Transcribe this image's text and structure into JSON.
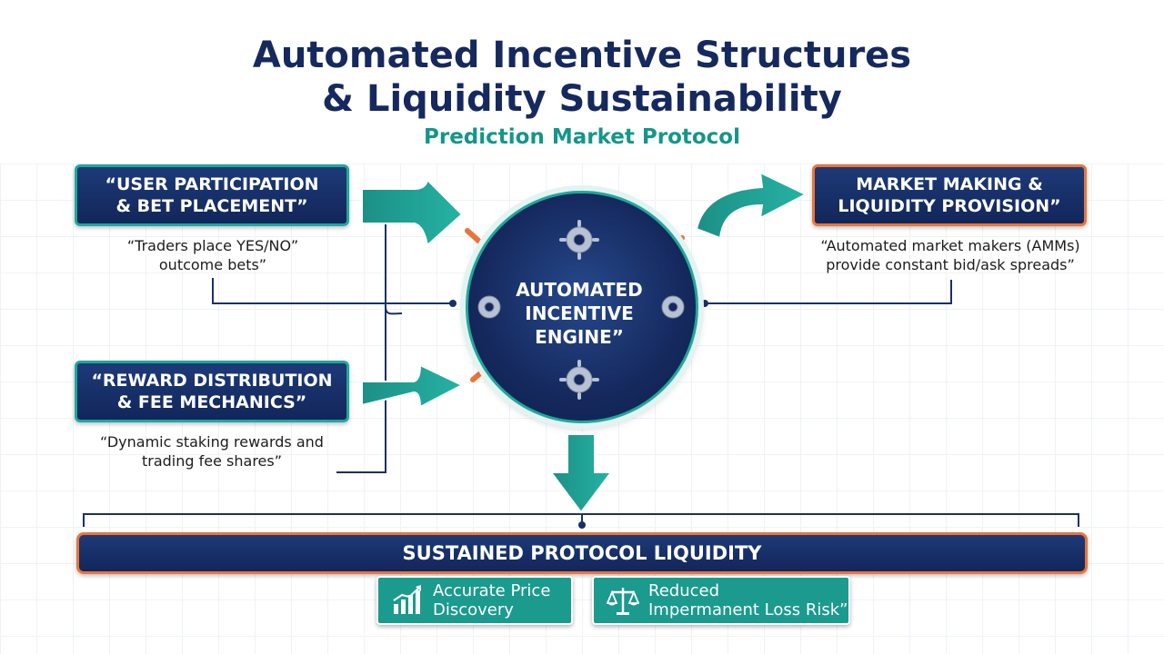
{
  "title_line1": "Automated Incentive Structures",
  "title_line2": "& Liquidity Sustainability",
  "subtitle": "Prediction Market Protocol",
  "nodes": {
    "user_participation": {
      "line1": "“USER PARTICIPATION",
      "line2": "& BET PLACEMENT”",
      "desc_line1": "“Traders place YES/NO”",
      "desc_line2": "outcome bets”"
    },
    "reward_distribution": {
      "line1": "“REWARD DISTRIBUTION",
      "line2": "& FEE MECHANICS”",
      "desc_line1": "“Dynamic staking rewards and",
      "desc_line2": "trading fee shares”"
    },
    "market_making": {
      "line1": "MARKET MAKING &",
      "line2": "LIQUIDITY PROVISION”",
      "desc_line1": "“Automated market makers (AMMs)",
      "desc_line2": "provide constant bid/ask spreads”"
    },
    "engine": {
      "line1": "AUTOMATED",
      "line2": "INCENTIVE",
      "line3": "ENGINE”"
    },
    "liquidity": {
      "label": "SUSTAINED PROTOCOL LIQUIDITY"
    }
  },
  "outcomes": [
    {
      "line1": "Accurate Price",
      "line2": "Discovery",
      "icon": "bar-chart-icon"
    },
    {
      "line1": "Reduced",
      "line2": "Impermanent Loss Risk”",
      "icon": "balance-scale-icon"
    }
  ],
  "colors": {
    "navy": "#15295e",
    "teal": "#1fa89a",
    "orange": "#e8763a"
  }
}
